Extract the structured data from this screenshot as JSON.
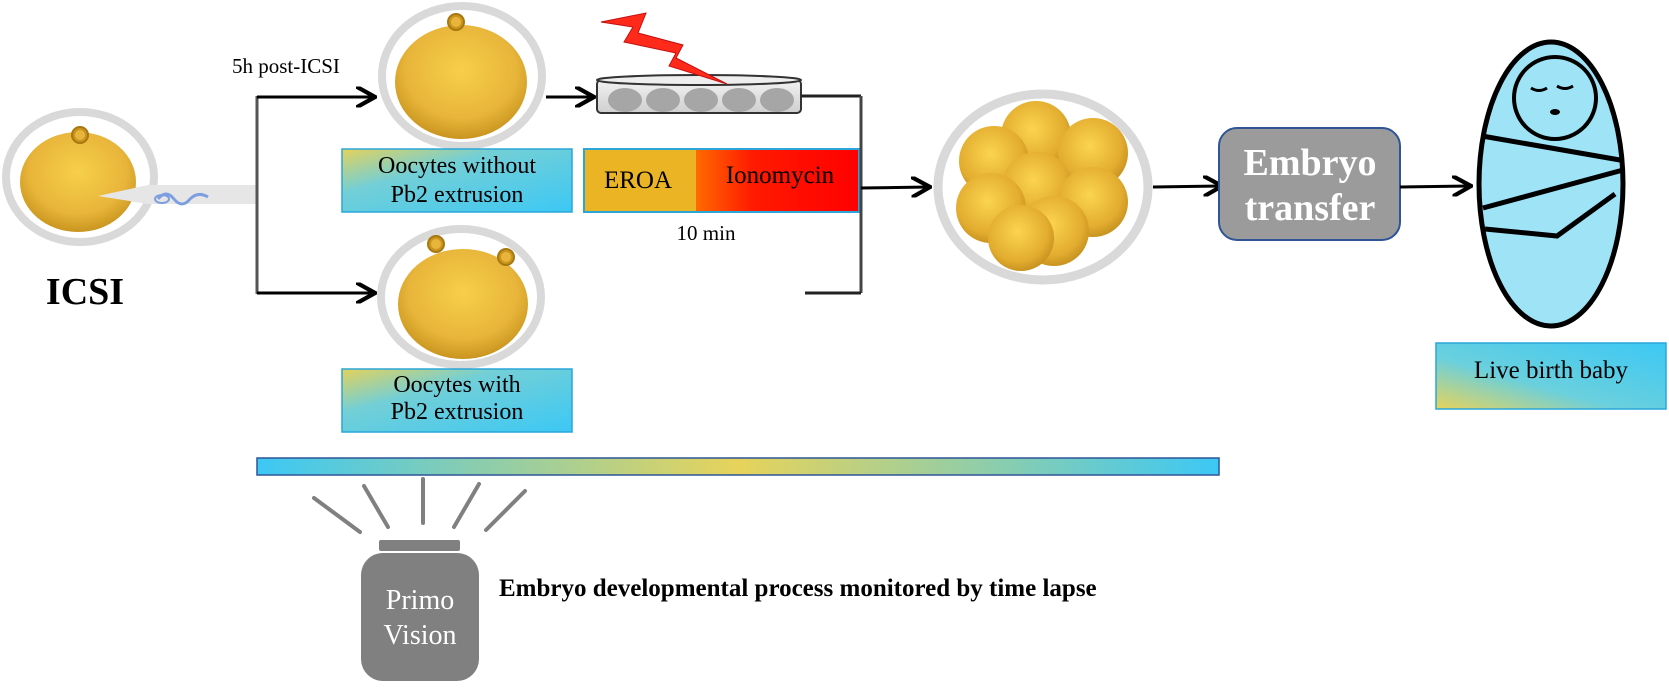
{
  "labels": {
    "icsi": "ICSI",
    "post_icsi": "5h post-ICSI",
    "oocytes_without_line1": "Oocytes without",
    "oocytes_without_line2": "Pb2 extrusion",
    "oocytes_with_line1": "Oocytes with",
    "oocytes_with_line2": "Pb2 extrusion",
    "eroa": "EROA",
    "ionomycin": "Ionomycin",
    "duration": "10 min",
    "embryo_transfer_line1": "Embryo",
    "embryo_transfer_line2": "transfer",
    "live_birth": "Live birth baby",
    "primo_line1": "Primo",
    "primo_line2": "Vision",
    "monitoring": "Embryo developmental process monitored by time lapse"
  },
  "colors": {
    "oocyte_gold": "#e8b53a",
    "zona_gray": "#d9d9d9",
    "box_blue": "#3cc8f5",
    "box_yellow": "#e7d35a",
    "eroa_orange": "#ebb424",
    "ionomycin_red": "#ff1a00",
    "transfer_gray": "#9b9b9b",
    "baby_blue": "#9fe3f7",
    "lightning_red": "#ff2a1a"
  }
}
